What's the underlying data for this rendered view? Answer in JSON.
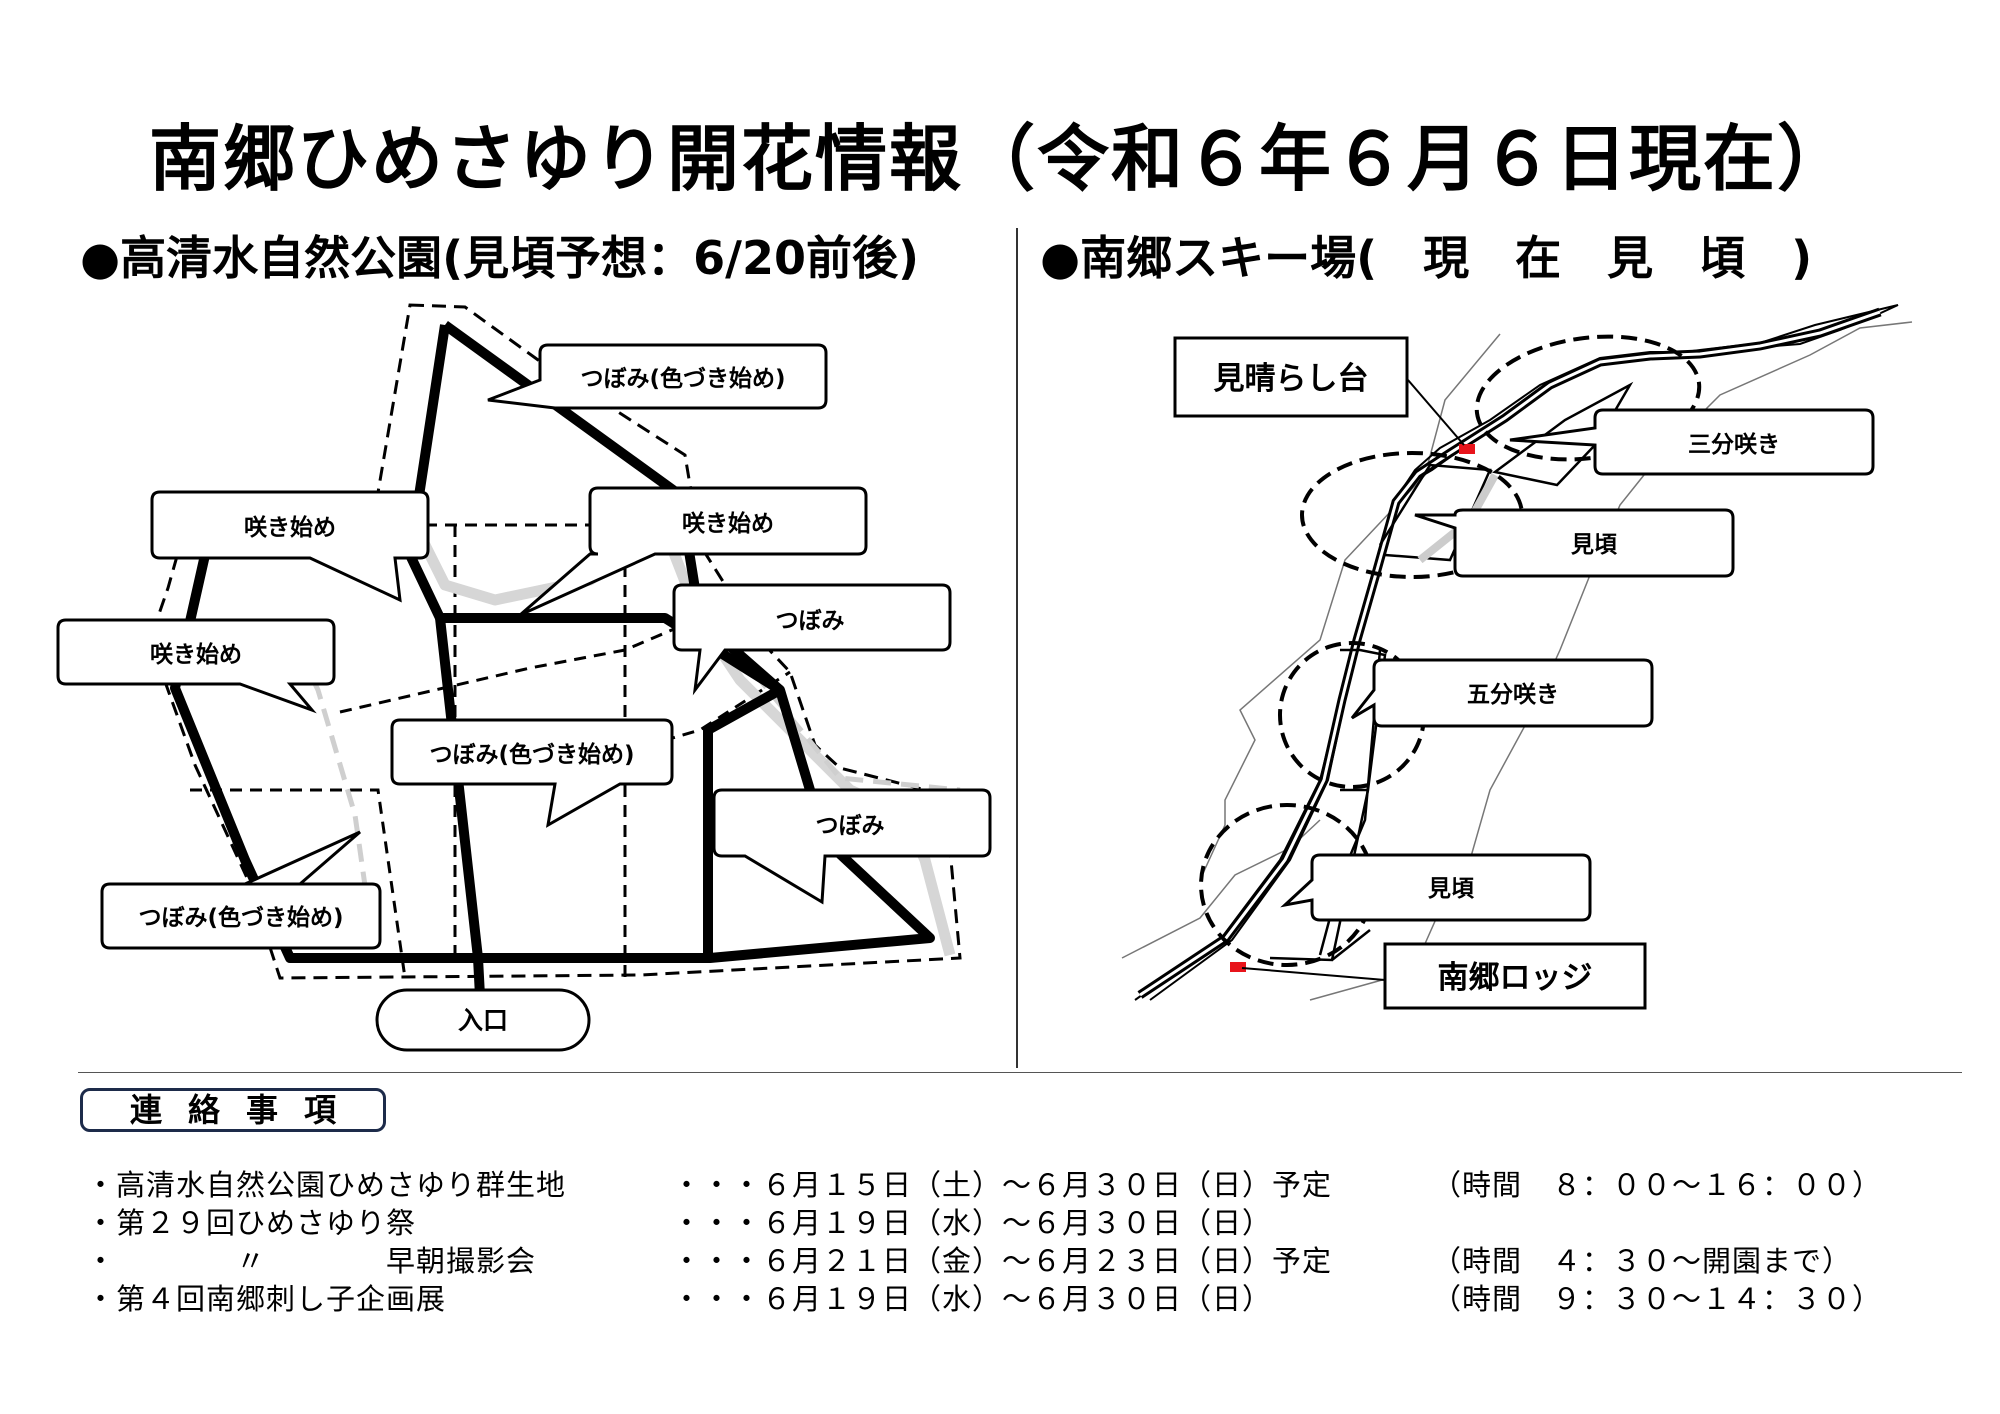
{
  "title": "南郷ひめさゆり開花情報（令和６年６月６日現在）",
  "left_section": {
    "heading": "●高清水自然公園(見頃予想：6/20前後)",
    "labels": {
      "l1": "つぼみ(色づき始め)",
      "l2": "咲き始め",
      "l3": "咲き始め",
      "l4": "咲き始め",
      "l5": "つぼみ",
      "l6": "つぼみ(色づき始め)",
      "l7": "つぼみ",
      "l8": "つぼみ(色づき始め)",
      "entrance": "入口"
    }
  },
  "right_section": {
    "heading": "●南郷スキー場(　現　在　見　頃　)",
    "labels": {
      "viewpoint": "見晴らし台",
      "r1": "三分咲き",
      "r2": "見頃",
      "r3": "五分咲き",
      "r4": "見頃",
      "lodge": "南郷ロッジ"
    }
  },
  "notices": {
    "header": "連絡事項",
    "items": [
      {
        "name": "・高清水自然公園ひめさゆり群生地",
        "date": "・・・６月１５日（土）～６月３０日（日）予定",
        "time": "（時間　８：００～１６：００）"
      },
      {
        "name": "・第２９回ひめさゆり祭",
        "date": "・・・６月１９日（水）～６月３０日（日）",
        "time": ""
      },
      {
        "name": "・　　　　〃　　　　早朝撮影会",
        "date": "・・・６月２１日（金）～６月２３日（日）予定",
        "time": "（時間　４：３０～開園まで）"
      },
      {
        "name": "・第４回南郷刺し子企画展",
        "date": "・・・６月１９日（水）～６月３０日（日）",
        "time": "（時間　９：３０～１４：３０）"
      }
    ]
  },
  "colors": {
    "marker": "#e8141b",
    "notice_border": "#1d2b4a"
  }
}
